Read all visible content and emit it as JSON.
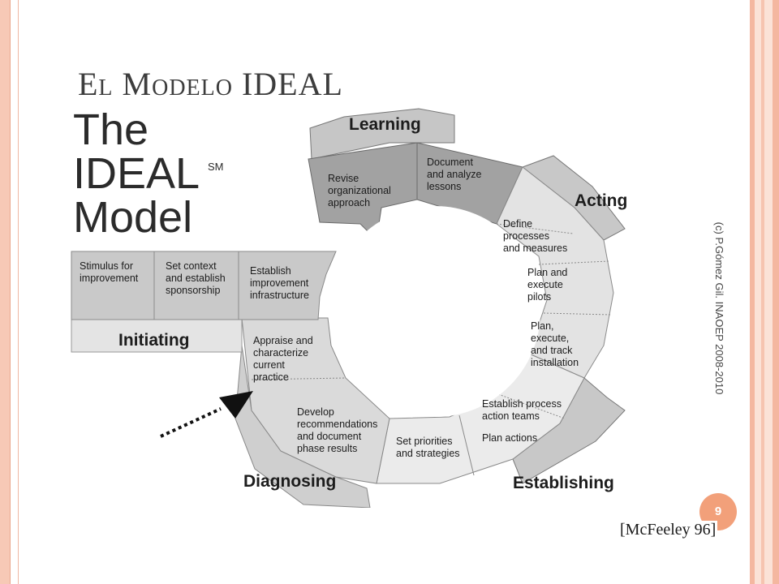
{
  "slide": {
    "title": "El Modelo IDEAL",
    "side_note": "(c) P.Gómez Gil. INAOEP 2008-2010",
    "page_number": "9",
    "citation": "[McFeeley 96]"
  },
  "diagram": {
    "title_lines": [
      "The",
      "IDEAL",
      "Model"
    ],
    "service_mark": "SM",
    "phases": {
      "learning": "Learning",
      "acting": "Acting",
      "establishing": "Establishing",
      "diagnosing": "Diagnosing",
      "initiating": "Initiating"
    },
    "boxes": {
      "revise": [
        "Revise",
        "organizational",
        "approach"
      ],
      "document": [
        "Document",
        "and analyze",
        "lessons"
      ],
      "define": [
        "Define",
        "processes",
        "and measures"
      ],
      "plan_pilots": [
        "Plan and",
        "execute",
        "pilots"
      ],
      "plan_track": [
        "Plan,",
        "execute,",
        "and track",
        "installation"
      ],
      "establish_teams": [
        "Establish process",
        "action teams"
      ],
      "plan_actions": [
        "Plan actions"
      ],
      "priorities": [
        "Set priorities",
        "and strategies"
      ],
      "develop": [
        "Develop",
        "recommendations",
        "and document",
        "phase results"
      ],
      "appraise": [
        "Appraise and",
        "characterize",
        "current",
        "practice"
      ],
      "establish_infra": [
        "Establish",
        "improvement",
        "infrastructure"
      ],
      "context": [
        "Set context",
        "and establish",
        "sponsorship"
      ],
      "stimulus": [
        "Stimulus for",
        "improvement"
      ]
    }
  }
}
